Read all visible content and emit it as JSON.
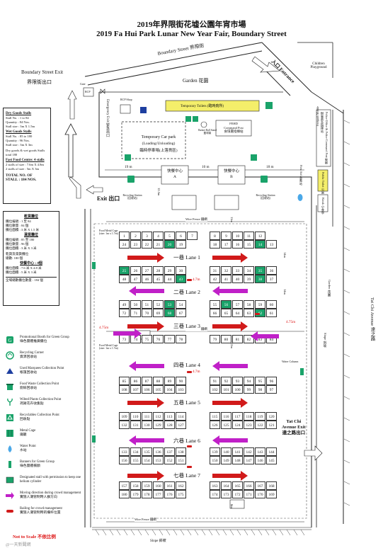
{
  "title_zh": "2019年界限街花墟公園年宵市場",
  "title_en": "2019 Fa Hui Park Lunar New Year Fair, Boundary Street",
  "roads": {
    "boundary_street": "Boundary Street 界限街",
    "boundary_exit_en": "Boundary Street Exit",
    "boundary_exit_zh": "界限街出口",
    "garden": "Garden 花園",
    "entrance": "入口 Entrance",
    "children_playground": "Children Playground",
    "emergency_exit": "Emergency Exit 緊急出口",
    "gate": "Gate",
    "rcp": "RCP",
    "rcp_shop": "RCP Shop",
    "temp_toilets": "Temporary Toilets (臨時廁所)",
    "temp_car_park_1": "Temporary Car park",
    "temp_car_park_2": "(Loading/Unloading)",
    "temp_car_park_3": "臨時停車場(上落貨區)",
    "fehd_post_1": "FEHD",
    "fehd_post_2": "Command Post",
    "fehd_post_3": "食環署指揮站",
    "basket_ball_1": "Basket Ball Stand",
    "basket_ball_2": "籃球架",
    "food_centre_a": "快餐中心",
    "food_centre_a_code": "A",
    "food_centre_b": "快餐中心",
    "food_centre_b_code": "B",
    "prince_edward_road": "Prince Edward Road West 太子道西",
    "footpath_mobile": "Footpath Mobile",
    "police_fehd_office": "Police Office & Police Command Post 警察辦事處及指揮站",
    "first_aid": "First Aid 急救站",
    "public_toilet": "Public Toilet 公廁",
    "kiosk": "Kiosk 小食亭",
    "exit": "Exit 出口",
    "wire_fence": "Wire Fence 鐵網",
    "recycling_station": "Recycling Station (回收站)",
    "garden_side": "Garden 花園",
    "tat_chi_avenue": "Tat Chi Avenue 達之路",
    "tat_chi_exit_1": "Tat Chi",
    "tat_chi_exit_2": "Avenue Exit",
    "tat_chi_exit_3": "達之路出口",
    "water_column": "Water Column",
    "slope": "Slope 斜坡",
    "flood_metal_cage": "Food Metal Cage",
    "food_metal_cage_dim": "(size: 1m x 1.7m)",
    "not_to_scale": "Not to Scale 不依比例",
    "watermark": "@一天新聞網"
  },
  "dimensions": {
    "d19m": "19 m",
    "d10m": "10 m",
    "d18m": "18 m",
    "d12m": "12.5m",
    "d11m": "11m",
    "d14m": "14m",
    "d4_7m_1": "4.7m",
    "d4_7m_2": "4.7m",
    "d4_75m_1": "4.75m",
    "d4_75m_2": "4.75m",
    "d4_7m_3": "4.7m",
    "d12m_b": "12m",
    "d10m_b": "10m",
    "d8m": "8m",
    "d3m": "3m",
    "d2m": "2m"
  },
  "stats": {
    "dry_heading": "Dry Goods Stalls",
    "dry_lines": [
      "Stall No.    : 1 to 84",
      "Quantity    : 84 Nos.",
      "Stall size : 3m X 1.5m"
    ],
    "wet_heading": "Wet Goods Stalls",
    "wet_lines": [
      "Stall No.    : 85 to 180",
      "Quantity    : 96 Nos.",
      "Stall size : 3m X 3m"
    ],
    "combined_note": "Dry goods & wet goods Stalls total 180",
    "food_heading": "Fast Food Centre: 4 stalls",
    "food_lines": [
      "2 stalls of size : 7.6m X 4.8m",
      "2 stalls of size : 5m X 3m"
    ],
    "total_1": "TOTAL NO. OF",
    "total_2": "STALL : 184 NOS.",
    "zh_dry_heading": "乾貨攤位",
    "zh_dry_lines": [
      "攤位編號      : 1 至 84",
      "攤位數量      : 84 個",
      "攤位面積      : 3 米 X 1.5 米"
    ],
    "zh_wet_heading": "濕貨攤位",
    "zh_wet_lines": [
      "攤位編號      : 85 至 180",
      "攤位數量      : 96 個",
      "攤位面積      : 3 米 X 3 米"
    ],
    "zh_total_note": "乾貨及濕貨攤位\n總數: 180 個",
    "zh_food_heading": "快餐中心 : 4個",
    "zh_food_lines": [
      "攤位面積      : 7.6 米 X 4.8 米",
      "攤位面積      : 5 米 X 3 米"
    ],
    "zh_total": "全場總數攤位數量 : 184 個"
  },
  "lanes": [
    {
      "label": "一巷 Lane 1"
    },
    {
      "label": "二巷 Lane 2"
    },
    {
      "label": "三巷 Lane 3"
    },
    {
      "label": "四巷 Lane 4"
    },
    {
      "label": "五巷 Lane 5"
    },
    {
      "label": "六巷 Lane 6"
    },
    {
      "label": "七巷 Lane 7"
    }
  ],
  "stall_rows": {
    "r1_left": [
      "1",
      "2",
      "3",
      "4",
      "5",
      "6",
      "7"
    ],
    "r1_right": [
      "8",
      "9",
      "10",
      "11",
      "12"
    ],
    "r2_left": [
      "24",
      "23",
      "22",
      "21",
      "20",
      "19"
    ],
    "r2_right": [
      "18",
      "17",
      "16",
      "15",
      "14",
      "13"
    ],
    "r3_left": [
      "25",
      "26",
      "27",
      "28",
      "29",
      "30"
    ],
    "r3_right": [
      "31",
      "32",
      "33",
      "34",
      "35",
      "36"
    ],
    "r4_left": [
      "48",
      "47",
      "46",
      "45",
      "44",
      "43"
    ],
    "r4_right": [
      "42",
      "41",
      "40",
      "39",
      "38",
      "37"
    ],
    "r5_left": [
      "49",
      "50",
      "51",
      "52",
      "53",
      "54"
    ],
    "r5_right": [
      "55",
      "56",
      "57",
      "58",
      "59",
      "60"
    ],
    "r6_left": [
      "72",
      "71",
      "70",
      "69",
      "68",
      "67"
    ],
    "r6_right": [
      "66",
      "65",
      "64",
      "63",
      "62",
      "61"
    ],
    "r7_left": [
      "73",
      "74",
      "75",
      "76",
      "77",
      "78"
    ],
    "r7_right": [
      "79",
      "80",
      "81",
      "82",
      "83",
      "84"
    ],
    "r8_left": [
      "85",
      "86",
      "87",
      "88",
      "89",
      "90"
    ],
    "r8_right": [
      "91",
      "92",
      "93",
      "94",
      "95",
      "96"
    ],
    "r9_left": [
      "108",
      "107",
      "106",
      "105",
      "104",
      "103"
    ],
    "r9_right": [
      "102",
      "101",
      "100",
      "99",
      "98",
      "97"
    ],
    "r10_left": [
      "109",
      "110",
      "111",
      "112",
      "113",
      "114"
    ],
    "r10_right": [
      "115",
      "116",
      "117",
      "118",
      "119",
      "120"
    ],
    "r11_left": [
      "132",
      "131",
      "130",
      "129",
      "128",
      "127"
    ],
    "r11_right": [
      "126",
      "125",
      "124",
      "123",
      "122",
      "121"
    ],
    "r12_left": [
      "133",
      "134",
      "135",
      "136",
      "137",
      "138"
    ],
    "r12_right": [
      "139",
      "140",
      "141",
      "142",
      "143",
      "144"
    ],
    "r13_left": [
      "156",
      "155",
      "154",
      "153",
      "152",
      "151"
    ],
    "r13_right": [
      "150",
      "149",
      "148",
      "147",
      "146",
      "145"
    ],
    "r14_left": [
      "157",
      "158",
      "159",
      "160",
      "161",
      "162"
    ],
    "r14_right": [
      "163",
      "164",
      "165",
      "166",
      "167",
      "168"
    ],
    "r15_left": [
      "180",
      "179",
      "178",
      "177",
      "176",
      "175"
    ],
    "r15_right": [
      "174",
      "173",
      "172",
      "171",
      "170",
      "169"
    ]
  },
  "green_stalls": [
    "20",
    "14",
    "25",
    "35",
    "43",
    "38",
    "53",
    "56",
    "68",
    "62"
  ],
  "legend": [
    {
      "icon": "green-booth-icon",
      "text": "Promotional Booth for Green Group\n綠色團體推廣攤位"
    },
    {
      "icon": "recycling-icon",
      "text": "Recycling Corner\n資源回收站"
    },
    {
      "icon": "marquee-icon",
      "text": "Used Marquees Collection Point\n帳篷回收站"
    },
    {
      "icon": "food-waste-icon",
      "text": "Food Waste Collection Point\n廚餘回收站"
    },
    {
      "icon": "wilted-plants-icon",
      "text": "Wilted Plants Collection Point\n凋謝花卉收集點"
    },
    {
      "icon": "recyclables-icon",
      "text": "Recyclables Collection Point\n回收點"
    },
    {
      "icon": "metal-cage-icon",
      "text": "Metal Cage\n鐵籠"
    },
    {
      "icon": "water-point-icon",
      "text": "Water Point\n水站"
    },
    {
      "icon": "banner-icon",
      "text": "Banners for Green Group\n綠色團體橫額"
    },
    {
      "icon": "designated-stall-icon",
      "text": "Designated stall with permission to keep one helium cylinder"
    },
    {
      "icon": "moving-direction-icon",
      "text": "Moving direction during crowd management\n實施人潮管制時人群方向"
    },
    {
      "icon": "railing-icon",
      "text": "Railing for crowd management\n實施人潮管制時的欄杆位置"
    }
  ],
  "colors": {
    "green": "#1aa36a",
    "red_arrow": "#d11a1a",
    "purple_arrow": "#c020c8",
    "yellow": "#f4ee6a",
    "red_text": "#d11"
  }
}
